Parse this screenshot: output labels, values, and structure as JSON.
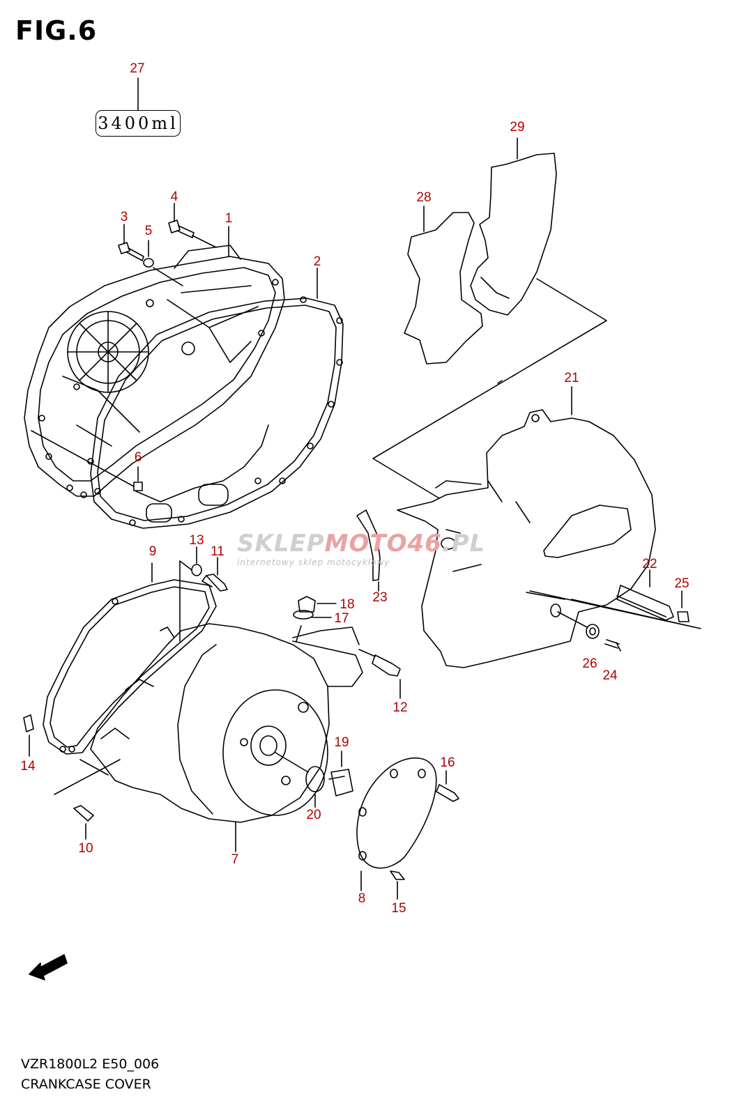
{
  "figure": {
    "title": "FIG.6"
  },
  "footer": {
    "model_code": "VZR1800L2 E50_006",
    "section_name": "CRANKCASE COVER"
  },
  "watermark": {
    "brand_gray": "SKLEP",
    "brand_red": "MOTO46",
    "brand_tail": ".PL",
    "tagline": "internetowy sklep motocyklowy"
  },
  "sealant_box": {
    "text": "3400ml"
  },
  "fwd_marker": {
    "text": "FWD"
  },
  "colors": {
    "label": "#b00000",
    "line": "#000000",
    "watermark": "#cfcfcf"
  },
  "part_labels": [
    {
      "id": "1",
      "text": "1"
    },
    {
      "id": "2",
      "text": "2"
    },
    {
      "id": "3",
      "text": "3"
    },
    {
      "id": "4",
      "text": "4"
    },
    {
      "id": "5",
      "text": "5"
    },
    {
      "id": "6",
      "text": "6"
    },
    {
      "id": "7",
      "text": "7"
    },
    {
      "id": "8",
      "text": "8"
    },
    {
      "id": "9",
      "text": "9"
    },
    {
      "id": "10",
      "text": "10"
    },
    {
      "id": "11",
      "text": "11"
    },
    {
      "id": "12",
      "text": "12"
    },
    {
      "id": "13",
      "text": "13"
    },
    {
      "id": "14",
      "text": "14"
    },
    {
      "id": "15",
      "text": "15"
    },
    {
      "id": "16",
      "text": "16"
    },
    {
      "id": "17",
      "text": "17"
    },
    {
      "id": "18",
      "text": "18"
    },
    {
      "id": "19",
      "text": "19"
    },
    {
      "id": "20",
      "text": "20"
    },
    {
      "id": "21",
      "text": "21"
    },
    {
      "id": "22",
      "text": "22"
    },
    {
      "id": "23",
      "text": "23"
    },
    {
      "id": "24",
      "text": "24"
    },
    {
      "id": "25",
      "text": "25"
    },
    {
      "id": "26",
      "text": "26"
    },
    {
      "id": "27",
      "text": "27"
    },
    {
      "id": "28",
      "text": "28"
    },
    {
      "id": "29",
      "text": "29"
    }
  ]
}
